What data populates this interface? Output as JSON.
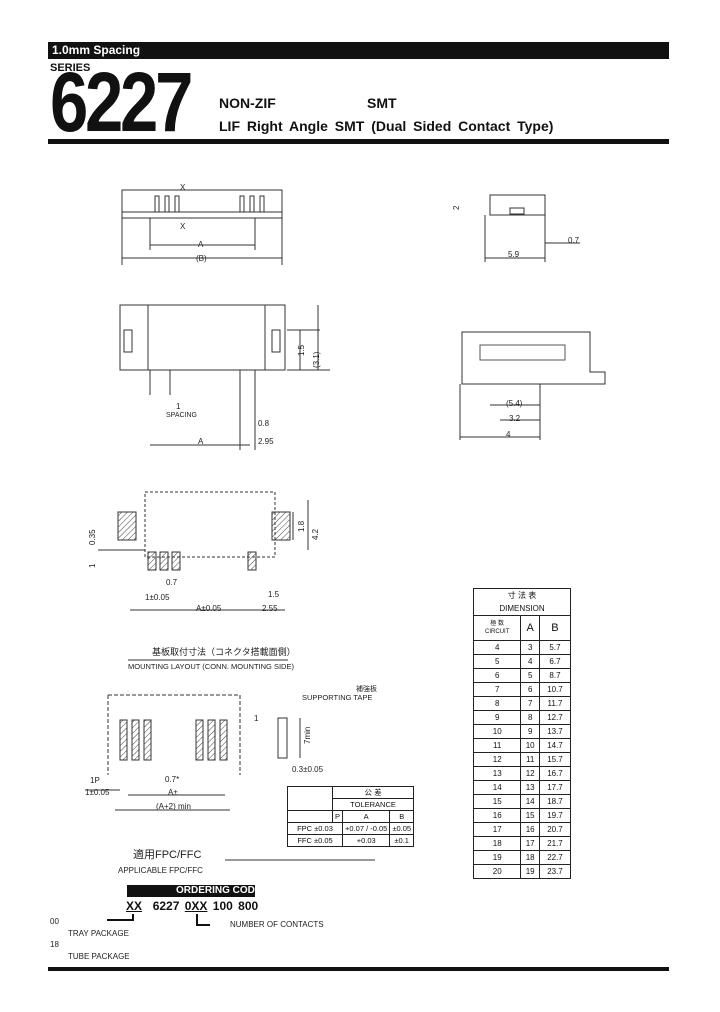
{
  "header": {
    "spacing": "1.0mm Spacing",
    "series_label": "SERIES",
    "series_number": "6227",
    "line1_left": "NON-ZIF",
    "line1_right": "SMT",
    "line2": "LIF Right Angle SMT (Dual Sided Contact Type)"
  },
  "top_view": {
    "a": "A",
    "b": "(B)",
    "x1": "X",
    "x2": "X"
  },
  "side_view": {
    "h": "2",
    "w": "5.9",
    "t": "0.7"
  },
  "front_view": {
    "d1": "1.5",
    "d2": "(3.1)",
    "pitch": "1",
    "spacing": "SPACING",
    "a": "A",
    "d3": "0.8",
    "d4": "2.95"
  },
  "section_view": {
    "d1": "(5.4)",
    "d2": "3.2",
    "d3": "4"
  },
  "mounting": {
    "d1": "0.35",
    "d2": "1",
    "d3": "0.7",
    "d4": "1±0.05",
    "d5": "A±0.05",
    "d6": "2.55",
    "d7": "1.5",
    "d8": "1.8",
    "d9": "4.2",
    "title_jp": "基板取付寸法（コネクタ搭載面側）",
    "title_en": "MOUNTING LAYOUT (CONN. MOUNTING SIDE)"
  },
  "fpc": {
    "tape_jp": "補強板",
    "tape_en": "SUPPORTING TAPE",
    "d1": "1",
    "d2": "7min",
    "d3": "0.3±0.05",
    "p": "1P",
    "d4": "1±0.05",
    "d5": "0.7*",
    "d6": "A±",
    "d7": "(A+2) min",
    "title_jp": "適用FPC/FFC",
    "title_en": "APPLICABLE FPC/FFC"
  },
  "tolerance": {
    "title_jp": "公 差",
    "title_en": "TOLERANCE",
    "cols": [
      "P",
      "A",
      "B"
    ],
    "rows": [
      [
        "FPC ±0.03",
        "+0.07 / -0.05",
        "±0.05"
      ],
      [
        "FFC ±0.05",
        "+0.03",
        "±0.1"
      ]
    ]
  },
  "dimension_table": {
    "title_jp": "寸 法 表",
    "title_en": "DIMENSION",
    "head_jp": "極 数",
    "head_en": "CIRCUIT",
    "cols": [
      "A",
      "B"
    ],
    "rows": [
      [
        "4",
        "3",
        "5.7"
      ],
      [
        "5",
        "4",
        "6.7"
      ],
      [
        "6",
        "5",
        "8.7"
      ],
      [
        "7",
        "6",
        "10.7"
      ],
      [
        "8",
        "7",
        "11.7"
      ],
      [
        "9",
        "8",
        "12.7"
      ],
      [
        "10",
        "9",
        "13.7"
      ],
      [
        "11",
        "10",
        "14.7"
      ],
      [
        "12",
        "11",
        "15.7"
      ],
      [
        "13",
        "12",
        "16.7"
      ],
      [
        "14",
        "13",
        "17.7"
      ],
      [
        "15",
        "14",
        "18.7"
      ],
      [
        "16",
        "15",
        "19.7"
      ],
      [
        "17",
        "16",
        "20.7"
      ],
      [
        "18",
        "17",
        "21.7"
      ],
      [
        "19",
        "18",
        "22.7"
      ],
      [
        "20",
        "19",
        "23.7"
      ]
    ]
  },
  "ordering": {
    "title": "ORDERING CODE",
    "code": [
      "XX",
      "6227",
      "0XX",
      "100",
      "800"
    ],
    "opt1_code": "00",
    "opt1": "TRAY PACKAGE",
    "opt2_code": "18",
    "opt2": "TUBE PACKAGE",
    "contacts": "NUMBER OF CONTACTS"
  }
}
